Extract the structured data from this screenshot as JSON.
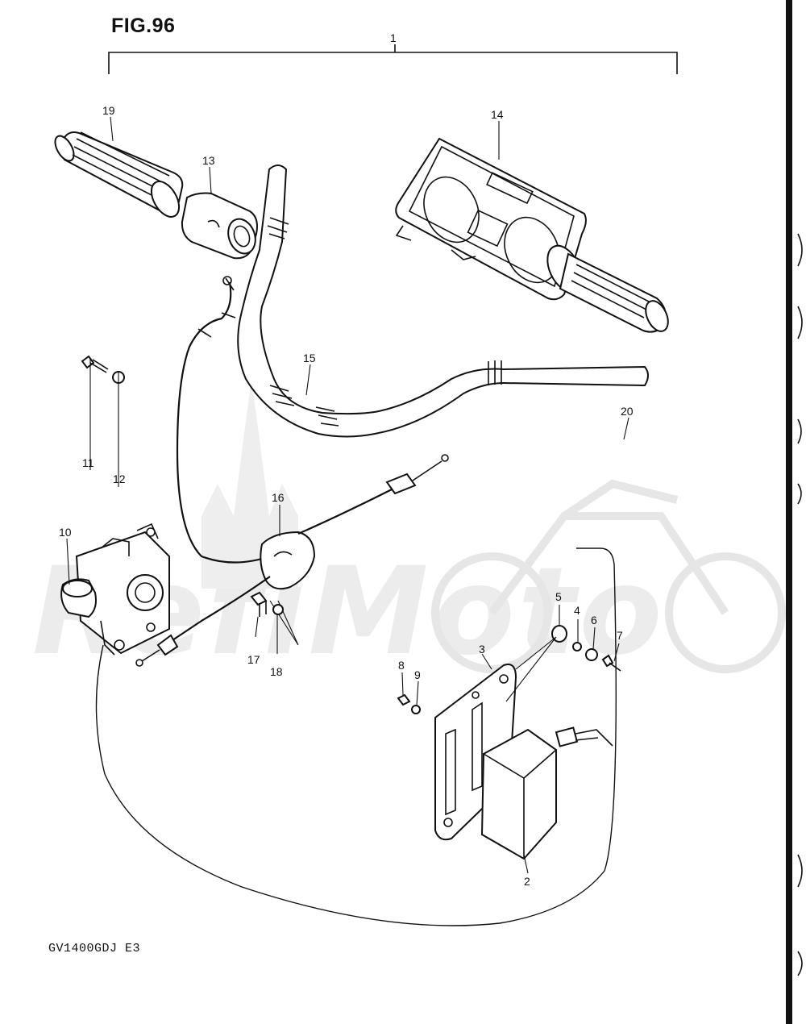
{
  "figure": {
    "title": "FIG.96",
    "model_code": "GV1400GDJ E3"
  },
  "watermark": {
    "text": "RefiMoto"
  },
  "callouts": [
    {
      "id": "1",
      "label": "1"
    },
    {
      "id": "2",
      "label": "2"
    },
    {
      "id": "3",
      "label": "3"
    },
    {
      "id": "4",
      "label": "4"
    },
    {
      "id": "5",
      "label": "5"
    },
    {
      "id": "6",
      "label": "6"
    },
    {
      "id": "7",
      "label": "7"
    },
    {
      "id": "8",
      "label": "8"
    },
    {
      "id": "9",
      "label": "9"
    },
    {
      "id": "10",
      "label": "10"
    },
    {
      "id": "11",
      "label": "11"
    },
    {
      "id": "12",
      "label": "12"
    },
    {
      "id": "13",
      "label": "13"
    },
    {
      "id": "14",
      "label": "14"
    },
    {
      "id": "15",
      "label": "15"
    },
    {
      "id": "16",
      "label": "16"
    },
    {
      "id": "17",
      "label": "17"
    },
    {
      "id": "18",
      "label": "18"
    },
    {
      "id": "19",
      "label": "19"
    },
    {
      "id": "20",
      "label": "20"
    }
  ]
}
